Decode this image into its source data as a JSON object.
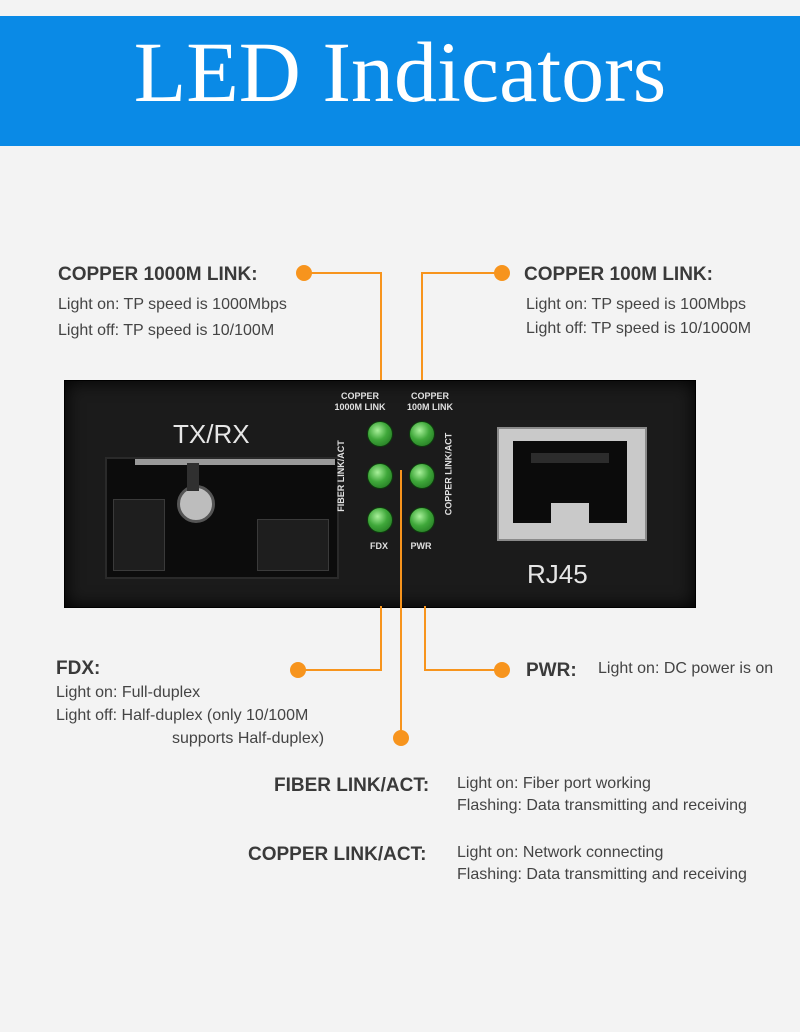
{
  "title": "LED Indicators",
  "device": {
    "txrx_label": "TX/RX",
    "rj45_label": "RJ45",
    "led_copper1000_label": "COPPER\n1000M LINK",
    "led_copper100_label": "COPPER\n100M LINK",
    "fiber_link_vertical": "FIBER LINK/ACT",
    "copper_link_vertical": "COPPER LINK/ACT",
    "fdx_label": "FDX",
    "pwr_label": "PWR"
  },
  "callouts": {
    "copper1000": {
      "heading": "COPPER 1000M LINK:",
      "line1": "Light on: TP speed is 1000Mbps",
      "line2": "Light off: TP speed is 10/100M"
    },
    "copper100": {
      "heading": "COPPER 100M LINK:",
      "line1": "Light on: TP speed is 100Mbps",
      "line2": "Light off: TP speed is 10/1000M"
    },
    "fdx": {
      "heading": "FDX:",
      "line1": "Light on: Full-duplex",
      "line2": "Light off: Half-duplex (only 10/100M",
      "line3": "supports Half-duplex)"
    },
    "pwr": {
      "heading": "PWR:",
      "line1": "Light on: DC power is on"
    },
    "fiber_link": {
      "heading": "FIBER LINK/ACT:",
      "line1": "Light on: Fiber port working",
      "line2": "Flashing: Data transmitting and receiving"
    },
    "copper_link": {
      "heading": "COPPER LINK/ACT:",
      "line1": "Light on: Network connecting",
      "line2": "Flashing: Data transmitting and receiving"
    }
  },
  "colors": {
    "banner": "#0a8ae6",
    "leader": "#f7941d",
    "led": "#3fa83a"
  }
}
